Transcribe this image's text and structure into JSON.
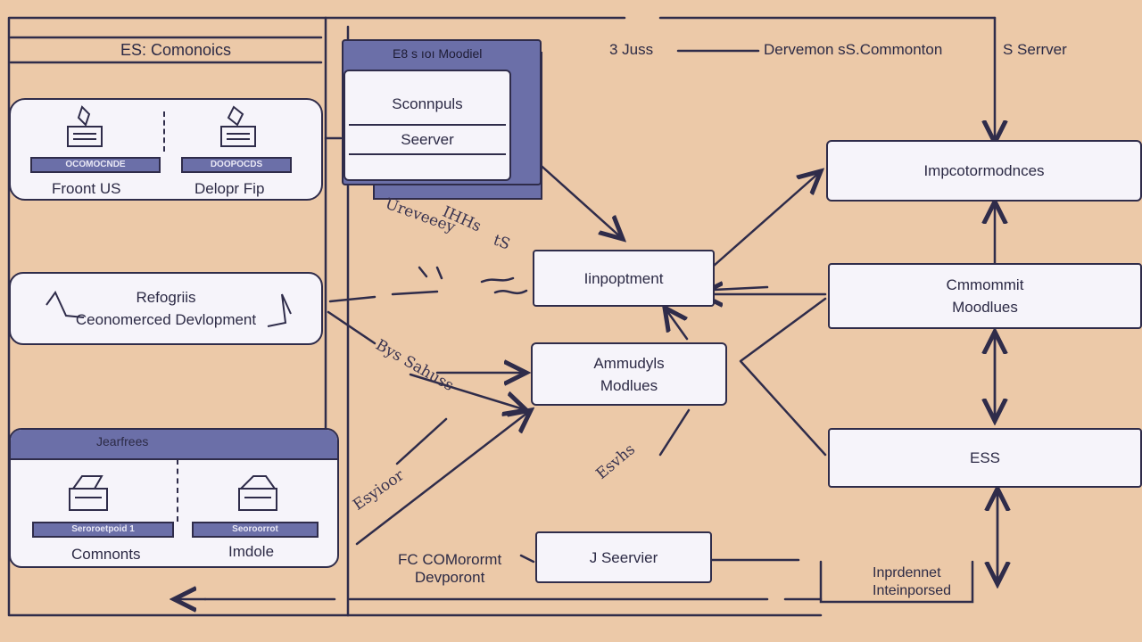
{
  "colors": {
    "background": "#ecc9a8",
    "ink": "#2f2c4a",
    "panel": "#f6f4fa",
    "header": "#6b6fa8"
  },
  "left": {
    "title": "ES: Comonoics",
    "panel1": {
      "chip_a": "OCOMOCNDE",
      "label_a": "Froont US",
      "chip_b": "DOOPOCDS",
      "label_b": "Delopr Fip"
    },
    "panel2": {
      "line1": "Refogriis",
      "line2": "Ceonomerced Devlopment"
    },
    "panel3": {
      "header": "Jearfrees",
      "chip_a": "Seroroetpoid 1",
      "label_a": "Comnonts",
      "chip_b": "Seoroorrot",
      "label_b": "Imdole"
    }
  },
  "center": {
    "module_tab": "E8 s   ıoı  Moodiel",
    "module_line1": "Sconnpuls",
    "module_line2": "Seerver",
    "import_box": "Iinpoptment",
    "modules_box": {
      "line1": "Ammudyls",
      "line2": "Modlues"
    },
    "server_box": "J Seervier",
    "fc_label": {
      "line1": "FC COMorormt",
      "line2": "Devporont"
    }
  },
  "right": {
    "top_label_a": "3 Juss",
    "top_label_b": "Dervemon sS.Commonton",
    "top_label_c": "S Serrver",
    "box1": "Impcotormodnces",
    "box2": {
      "line1": "Cmmommit",
      "line2": "Moodlues"
    },
    "box3": "ESS",
    "footer": {
      "line1": "Inprdennet",
      "line2": "Inteinporsed"
    }
  },
  "scribbles": {
    "s1": "Ureveeey",
    "s2": "IHHs",
    "s3": "tS",
    "s4": "Bys Sahuss",
    "s5": "Esyioor",
    "s6": "Esvhs"
  }
}
